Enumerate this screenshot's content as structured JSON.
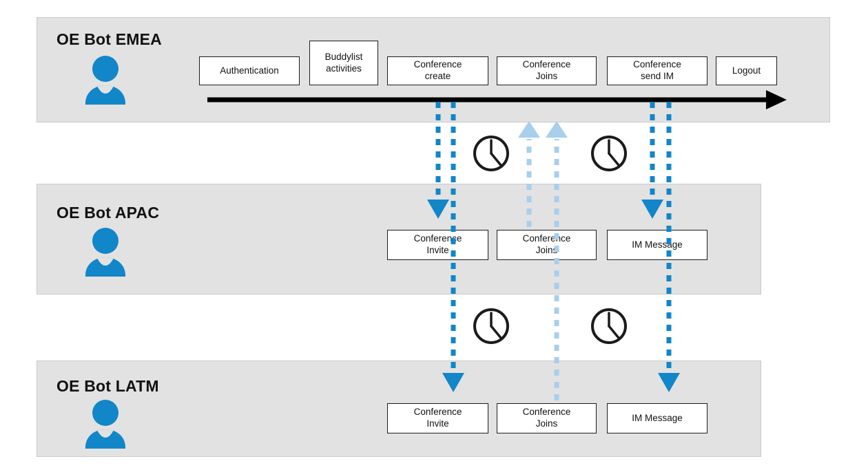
{
  "diagram": {
    "title": "OE Bot multi-region conference sequence",
    "colors": {
      "lane_fill": "#e2e2e2",
      "lane_border": "#c9c9c9",
      "accent_blue": "#1186c8",
      "light_blue": "#a8cfec",
      "box_border": "#1b1b1b",
      "arrow_black": "#000000"
    }
  },
  "lanes": [
    {
      "id": "emea",
      "title": "OE Bot EMEA",
      "avatar": "person-icon",
      "timeline_arrow": "black-right-arrow",
      "boxes": [
        {
          "label": "Authentication",
          "lines": [
            "Authentication"
          ]
        },
        {
          "label": "Buddylist activities",
          "lines": [
            "Buddylist",
            "activities"
          ]
        },
        {
          "label": "Conference create",
          "lines": [
            "Conference",
            "create"
          ]
        },
        {
          "label": "Conference Joins",
          "lines": [
            "Conference",
            "Joins"
          ]
        },
        {
          "label": "Conference send IM",
          "lines": [
            "Conference",
            "send IM"
          ]
        },
        {
          "label": "Logout",
          "lines": [
            "Logout"
          ]
        }
      ]
    },
    {
      "id": "apac",
      "title": "OE Bot APAC",
      "avatar": "person-icon",
      "boxes": [
        {
          "label": "Conference Invite",
          "lines": [
            "Conference",
            "Invite"
          ]
        },
        {
          "label": "Conference Joins",
          "lines": [
            "Conference",
            "Joins"
          ]
        },
        {
          "label": "IM Message",
          "lines": [
            "IM Message"
          ]
        }
      ]
    },
    {
      "id": "latm",
      "title": "OE Bot LATM",
      "avatar": "person-icon",
      "boxes": [
        {
          "label": "Conference Invite",
          "lines": [
            "Conference",
            "Invite"
          ]
        },
        {
          "label": "Conference Joins",
          "lines": [
            "Conference",
            "Joins"
          ]
        },
        {
          "label": "IM Message",
          "lines": [
            "IM Message"
          ]
        }
      ]
    }
  ],
  "connectors": [
    {
      "id": "invite-emea-to-apac",
      "from": "emea",
      "to": "apac",
      "direction": "down",
      "style": "dashed",
      "color": "#1186c8",
      "arrowhead": true
    },
    {
      "id": "invite-emea-to-latm",
      "from": "emea",
      "to": "latm",
      "direction": "down",
      "style": "dashed",
      "color": "#1186c8",
      "arrowhead": true
    },
    {
      "id": "joins-apac-to-emea",
      "from": "apac",
      "to": "emea",
      "direction": "up",
      "style": "dashed",
      "color": "#a8cfec",
      "arrowhead": true
    },
    {
      "id": "joins-latm-to-emea",
      "from": "latm",
      "to": "emea",
      "direction": "up",
      "style": "dashed",
      "color": "#a8cfec",
      "arrowhead": true
    },
    {
      "id": "im-emea-to-apac",
      "from": "emea",
      "to": "apac",
      "direction": "down",
      "style": "dashed",
      "color": "#1186c8",
      "arrowhead": true
    },
    {
      "id": "im-emea-to-latm",
      "from": "emea",
      "to": "latm",
      "direction": "down",
      "style": "dashed",
      "color": "#1186c8",
      "arrowhead": true
    }
  ],
  "clocks": [
    {
      "id": "clock-emea-apac-left",
      "name": "clock-icon",
      "gap": "emea-apac",
      "side": "left"
    },
    {
      "id": "clock-emea-apac-right",
      "name": "clock-icon",
      "gap": "emea-apac",
      "side": "right"
    },
    {
      "id": "clock-apac-latm-left",
      "name": "clock-icon",
      "gap": "apac-latm",
      "side": "left"
    },
    {
      "id": "clock-apac-latm-right",
      "name": "clock-icon",
      "gap": "apac-latm",
      "side": "right"
    }
  ]
}
